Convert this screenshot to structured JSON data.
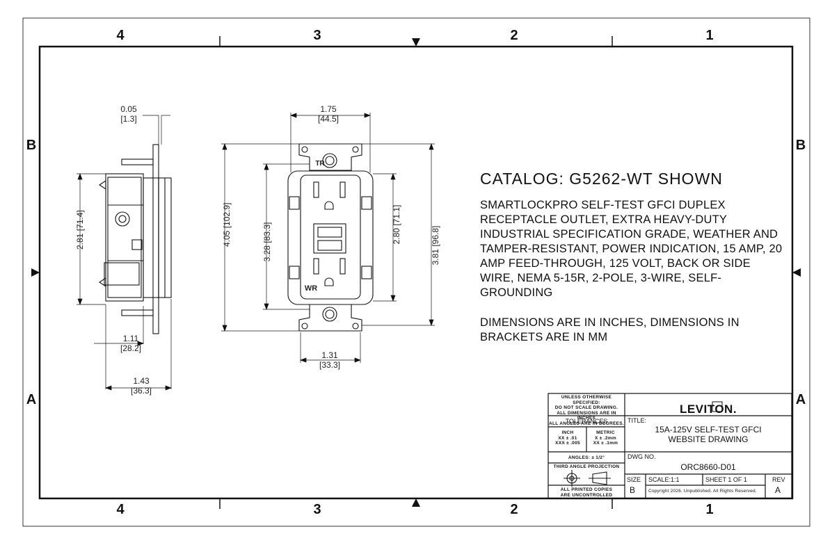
{
  "zones": {
    "top": [
      "4",
      "3",
      "2",
      "1"
    ],
    "bottom": [
      "4",
      "3",
      "2",
      "1"
    ],
    "left": [
      "B",
      "A"
    ],
    "right": [
      "B",
      "A"
    ]
  },
  "side_view": {
    "top_offset": [
      "0.05",
      "[1.3]"
    ],
    "height": [
      "2.81",
      "[71.4]"
    ],
    "depth_body": [
      "1.11",
      "[28.2]"
    ],
    "depth_total": [
      "1.43",
      "[36.3]"
    ]
  },
  "front_view": {
    "strap_width": [
      "1.75",
      "[44.5]"
    ],
    "overall_height": [
      "4.05",
      "[102.9]"
    ],
    "body_height": [
      "3.28",
      "[83.3]"
    ],
    "face_height": [
      "2.80",
      "[71.1]"
    ],
    "mount_height": [
      "3.81",
      "[96.8]"
    ],
    "body_width": [
      "1.31",
      "[33.3]"
    ],
    "markings": {
      "tr": "TR",
      "wr": "WR"
    }
  },
  "catalog_title": "CATALOG: G5262-WT SHOWN",
  "description": "SMARTLOCKPRO SELF-TEST GFCI DUPLEX RECEPTACLE OUTLET, EXTRA HEAVY-DUTY INDUSTRIAL SPECIFICATION GRADE, WEATHER AND TAMPER-RESISTANT, POWER INDICATION, 15 AMP, 20 AMP FEED-THROUGH, 125 VOLT, BACK OR SIDE WIRE, NEMA 5-15R, 2-POLE, 3-WIRE, SELF-GROUNDING",
  "dimension_note": "DIMENSIONS ARE IN INCHES, DIMENSIONS IN BRACKETS ARE IN MM",
  "title_block": {
    "notice": [
      "UNLESS OTHERWISE SPECIFIED:",
      "DO NOT SCALE DRAWING.",
      "ALL DIMENSIONS ARE IN INCHES",
      "ALL ANGLES ARE IN DEGREES."
    ],
    "tolerances_label": "TOLERANCES",
    "inch_label": "INCH",
    "metric_label": "METRIC",
    "inch_values": [
      "XX ± .01",
      "XXX ± .005"
    ],
    "metric_values": [
      "X ± .2mm",
      "XX ± .1mm"
    ],
    "angles": "ANGLES: ± 1/2°",
    "projection_label": "THIRD ANGLE PROJECTION",
    "printed_copies": [
      "ALL PRINTED COPIES",
      "ARE UNCONTROLLED"
    ],
    "company": "LEVITON.",
    "title_label": "TITLE:",
    "title_lines": [
      "15A-125V SELF-TEST GFCI",
      "WEBSITE DRAWING"
    ],
    "dwg_no_label": "DWG NO.",
    "dwg_no": "ORC8660-D01",
    "size_label": "SIZE",
    "size": "B",
    "scale": "SCALE:1:1",
    "sheet": "SHEET 1 OF 1",
    "rev_label": "REV",
    "rev": "A",
    "copyright": "Copyright 2026. Unpublished. All Rights Reserved."
  },
  "colors": {
    "line": "#1a1a1a",
    "background": "#ffffff"
  }
}
